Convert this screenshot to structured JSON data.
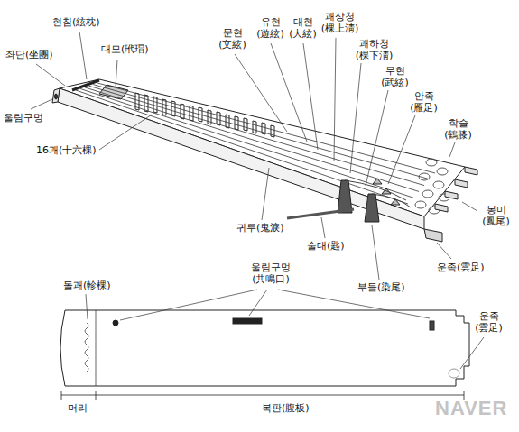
{
  "diagram": {
    "labels": [
      "현침(絃枕)",
      "좌단(坐團)",
      "대모(玳瑁)",
      "울림구멍",
      "16괘(十六棵)",
      "문현 (文絃)",
      "유현 (遊絃)",
      "대현 (大絃)",
      "괘상청 (棵上淸)",
      "괘하청 (棵下淸)",
      "무현 (武絃)",
      "안족 (雁足)",
      "학슬 (鶴膝)",
      "봉미 (鳳尾)",
      "귀루(鬼淚)",
      "술대(匙)",
      "부들(染尾)",
      "운족(雲足)",
      "돌괘(軫棵)",
      "울림구멍 (共鳴口)",
      "운족 (雲足)",
      "머리",
      "복판(腹板)",
      "NAVER"
    ]
  }
}
